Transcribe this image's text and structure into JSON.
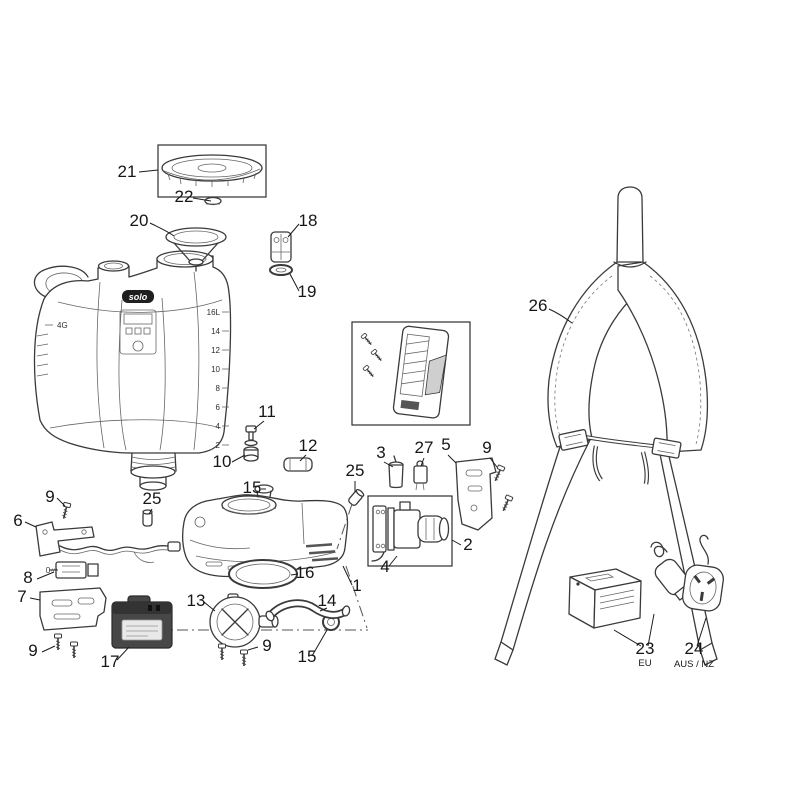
{
  "diagram": {
    "brand_badge": "solo",
    "callouts": {
      "c21": "21",
      "c22": "22",
      "c20": "20",
      "c18": "18",
      "c19": "19",
      "c26": "26",
      "c11": "11",
      "c10": "10",
      "c12": "12",
      "c25_top": "25",
      "c15_top": "15",
      "c3": "3",
      "c27": "27",
      "c5": "5",
      "c9_right": "9",
      "c2": "2",
      "c4": "4",
      "c1": "1",
      "c16": "16",
      "c25_left": "25",
      "c9_topleft": "9",
      "c6": "6",
      "c8": "8",
      "c7": "7",
      "c9_bottomleft": "9",
      "c17": "17",
      "c13": "13",
      "c9_bottom": "9",
      "c15_bottom": "15",
      "c14": "14",
      "c23": "23",
      "c24": "24"
    },
    "region_labels": {
      "eu": "EU",
      "aus_nz": "AUS / NZ"
    },
    "tank": {
      "graduations": [
        "16L",
        "14",
        "12",
        "10",
        "8",
        "6",
        "4",
        "2"
      ],
      "gallons_mark": "4G"
    }
  }
}
